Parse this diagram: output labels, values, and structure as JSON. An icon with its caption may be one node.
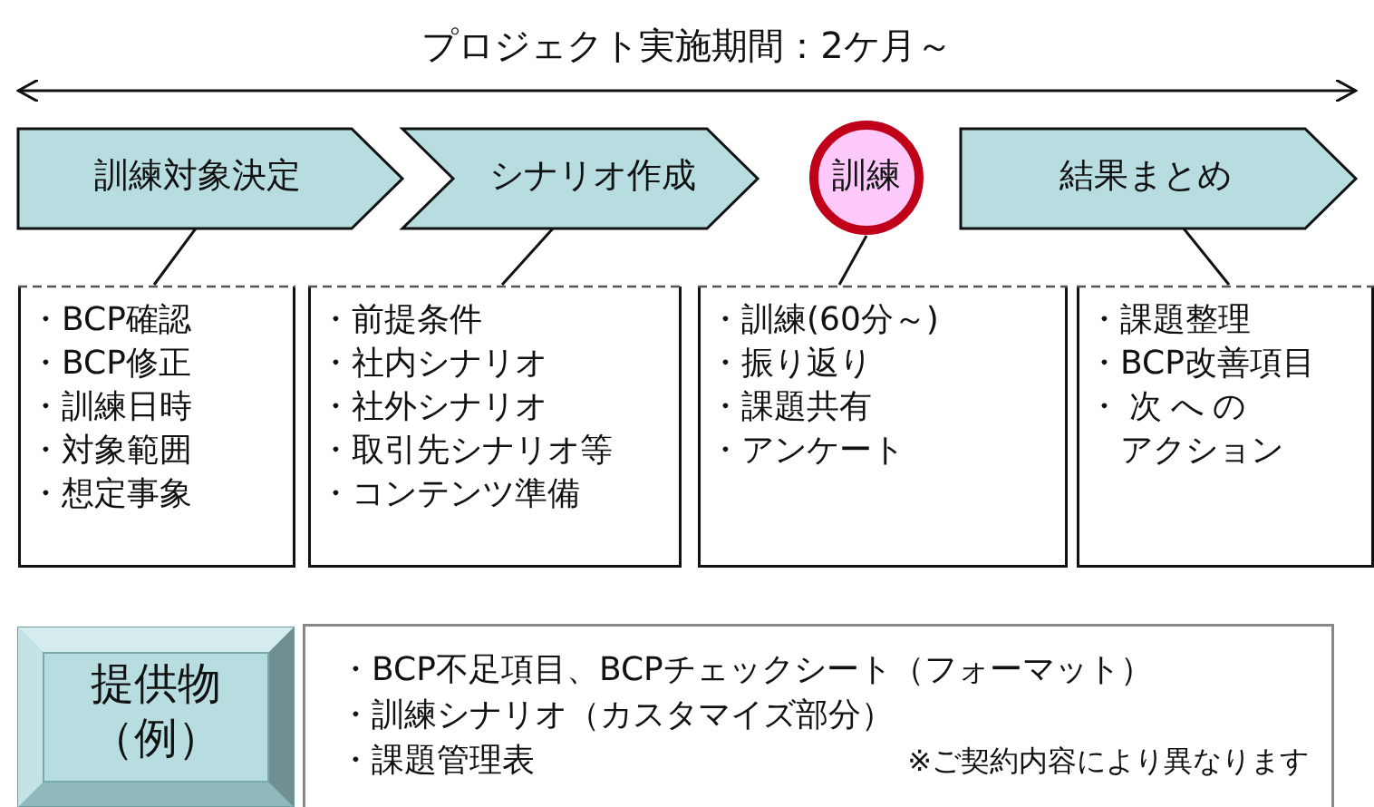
{
  "diagram": {
    "title": "プロジェクト実施期間：2ケ月～",
    "nodes": [
      {
        "text": [
          "訓練対象決定"
        ]
      },
      {
        "text": [
          "シナリオ作成"
        ]
      },
      {
        "text": [
          "訓練"
        ]
      },
      {
        "text": [
          "結果まとめ"
        ]
      },
      {
        "text": [
          "・BCP確認",
          "・BCP修正",
          "・訓練日時",
          "・対象範囲",
          "・想定事象"
        ]
      },
      {
        "text": [
          "・前提条件",
          "・社内シナリオ",
          "・社外シナリオ",
          "・取引先シナリオ等",
          "・コンテンツ準備"
        ]
      },
      {
        "text": [
          "・訓練(60分～)",
          "・振り返り",
          "・課題共有",
          "・アンケート"
        ]
      },
      {
        "text": [
          "・課題整理",
          "・BCP改善項目",
          "・次へのアクション"
        ]
      },
      {
        "text": [
          "提供物（例）"
        ]
      },
      {
        "text": [
          "・BCP不足項目、BCPチェックシート（フォーマット）",
          "・訓練シナリオ（カスタマイズ部分）",
          "・課題管理表",
          "※ご契約内容により異なります"
        ]
      }
    ],
    "edges": [
      {
        "from": 0,
        "to": 4,
        "arrow": "none"
      },
      {
        "from": 1,
        "to": 5,
        "arrow": "none"
      },
      {
        "from": 2,
        "to": 6,
        "arrow": "none"
      },
      {
        "from": 3,
        "to": 7,
        "arrow": "none"
      }
    ]
  }
}
